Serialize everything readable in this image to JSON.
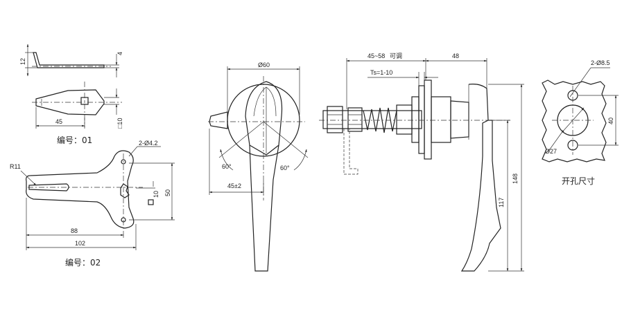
{
  "part01": {
    "dim_12": "12",
    "dim_4": "4",
    "dim_45": "45",
    "dim_10": "□10",
    "caption": "编号：01"
  },
  "part02": {
    "dim_r11": "R11",
    "dim_hole": "2-Ø4.2",
    "dim_10": "10",
    "dim_50": "50",
    "dim_88": "88",
    "dim_102": "102",
    "caption": "编号：02"
  },
  "front_view": {
    "dim_dia": "Ø60",
    "angle_left": "60°",
    "angle_right": "60°",
    "dim_45": "45±2"
  },
  "side_view": {
    "dim_range": "45~58",
    "dim_range_note": "可调",
    "dim_48": "48",
    "dim_ts": "Ts=1-10",
    "dim_117": "117",
    "dim_148": "148"
  },
  "cutout": {
    "dim_holes": "2-Ø8.5",
    "dim_40": "40",
    "dim_27": "Ø27",
    "caption": "开孔尺寸"
  }
}
